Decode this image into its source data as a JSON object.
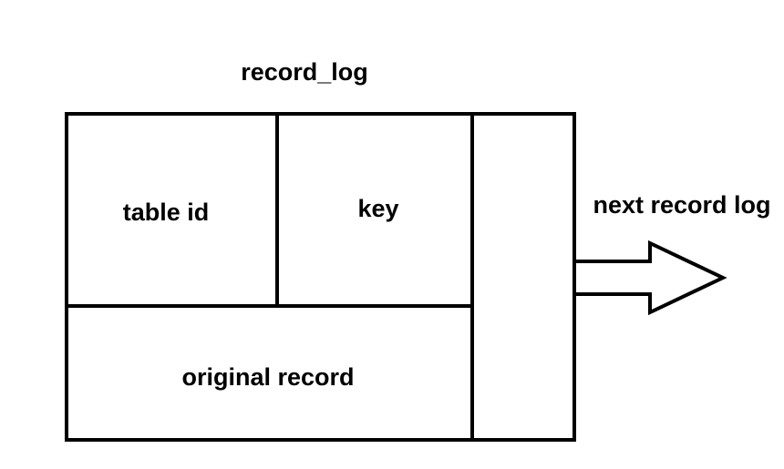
{
  "diagram": {
    "title": "record_log",
    "fields": {
      "table_id": "table id",
      "key": "key",
      "original_record": "original record"
    },
    "pointer_label": "next record log"
  },
  "colors": {
    "stroke": "#000000",
    "background": "#ffffff"
  }
}
